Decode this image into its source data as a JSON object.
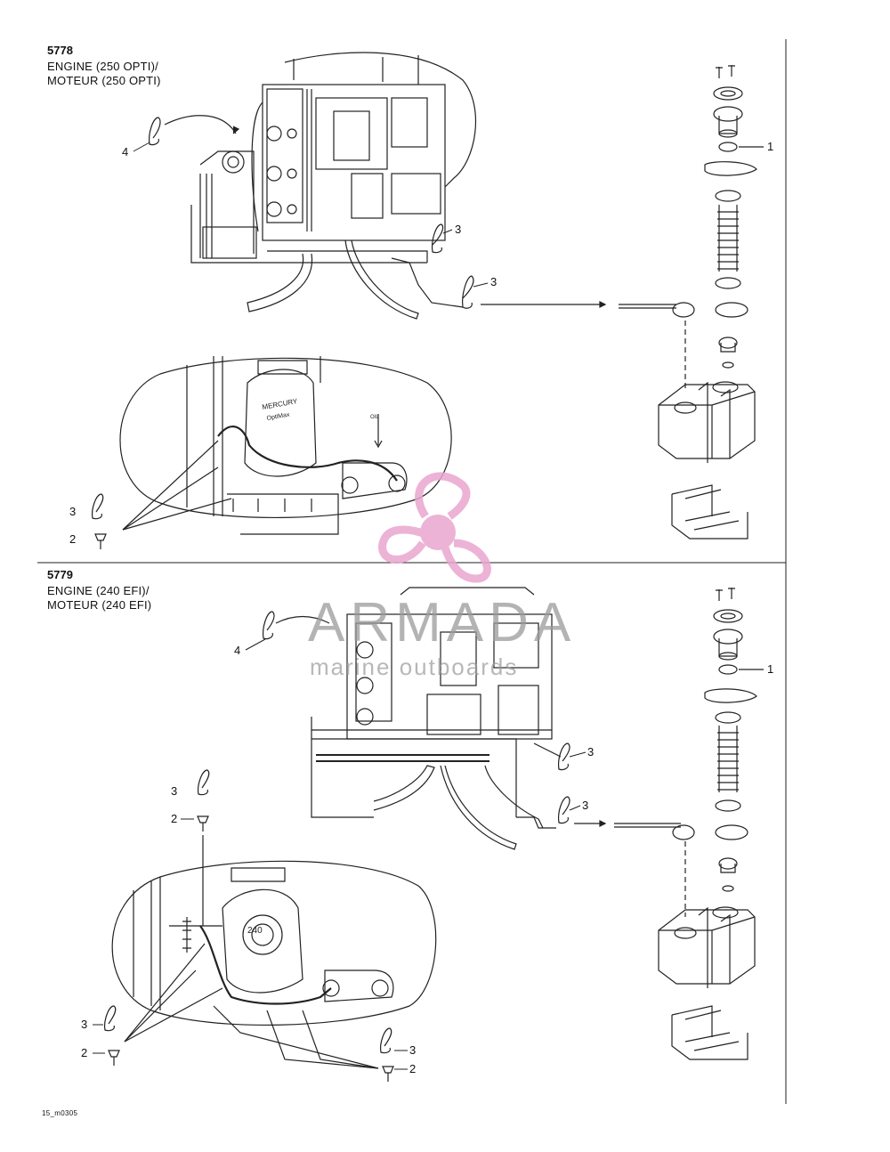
{
  "sections": [
    {
      "code": "5778",
      "title_line1": "ENGINE (250 OPTI)/",
      "title_line2": "MOTEUR (250 OPTI)",
      "callouts": [
        "1",
        "3",
        "3",
        "4",
        "3",
        "2"
      ]
    },
    {
      "code": "5779",
      "title_line1": "ENGINE (240 EFI)/",
      "title_line2": "MOTEUR (240 EFI)",
      "callouts": [
        "1",
        "3",
        "3",
        "4",
        "3",
        "2",
        "3",
        "2",
        "3",
        "2"
      ]
    }
  ],
  "watermark": {
    "brand": "ARMADA",
    "tagline": "marine outboards",
    "color_icon": "#e9a6cf",
    "color_text": "#9a9a9a"
  },
  "figure_id": "15_m0305",
  "colors": {
    "line": "#222222",
    "background": "#ffffff"
  }
}
